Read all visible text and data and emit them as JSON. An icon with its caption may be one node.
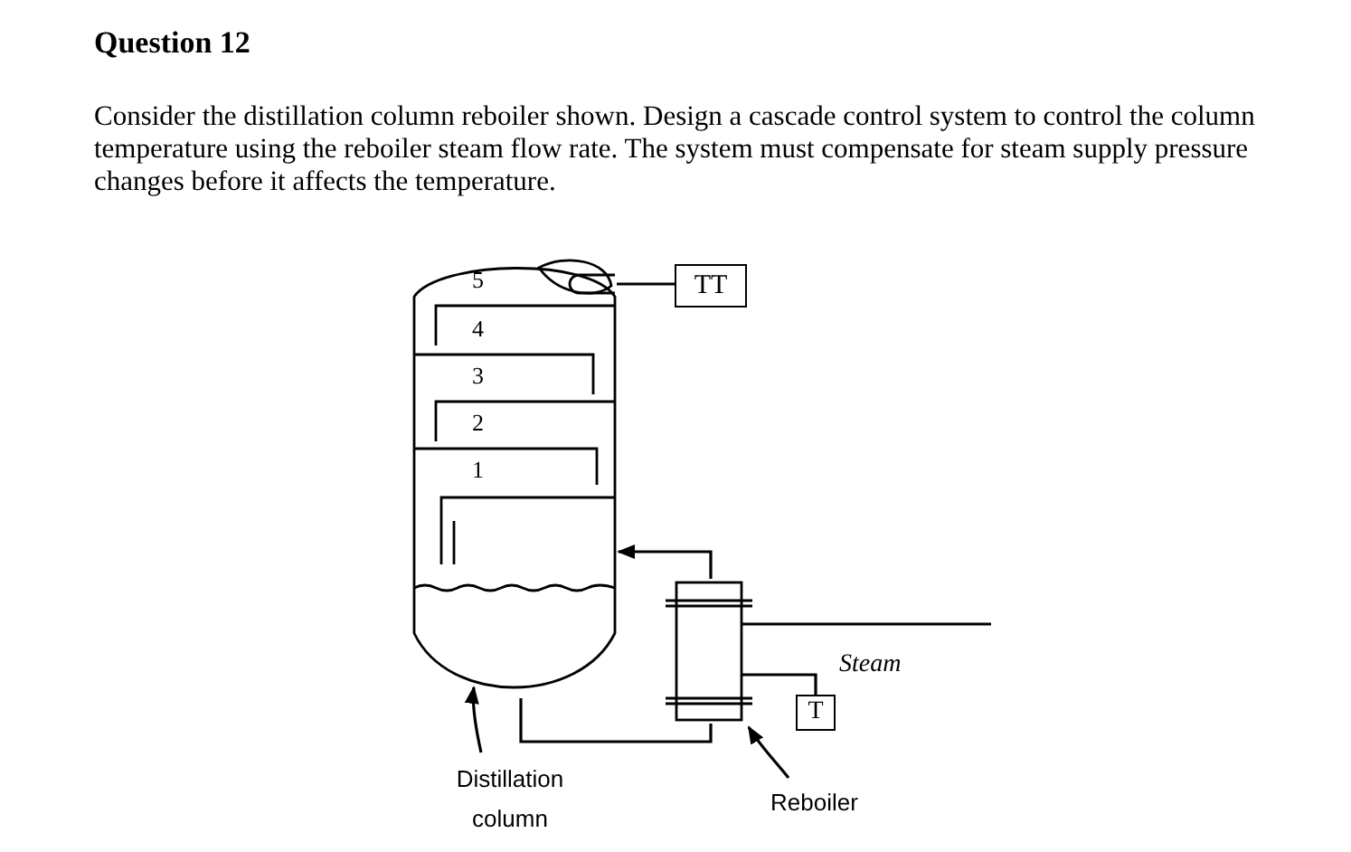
{
  "diagram": {
    "title": "Question 12",
    "nodes": [
      {
        "text": [
          "Distillation column"
        ]
      },
      {
        "text": [],
        "shape": "cylinder"
      },
      {
        "text": [
          "Reboiler"
        ]
      },
      {
        "text": [],
        "shape": "box"
      },
      {
        "text": [
          "TT"
        ]
      },
      {
        "text": [
          "T"
        ]
      }
    ],
    "edges": [
      {
        "from": 0,
        "to": 1,
        "arrow": "to"
      },
      {
        "from": 2,
        "to": 3,
        "arrow": "to"
      },
      {
        "from": 3,
        "to": 1,
        "arrow": "to"
      },
      {
        "from": 1,
        "to": 3,
        "arrow": "none"
      },
      {
        "from": 1,
        "to": 4,
        "arrow": "none"
      },
      {
        "from": 3,
        "to": 5,
        "arrow": "none"
      },
      {
        "from": 3,
        "to": null,
        "arrow": "none",
        "label": "Steam"
      }
    ],
    "labels": [
      "Consider the distillation column reboiler shown. Design a cascade control system to control the column temperature using the reboiler steam flow rate. The system must compensate for steam supply pressure changes before it affects the temperature.",
      "5",
      "4",
      "3",
      "2",
      "1"
    ]
  }
}
